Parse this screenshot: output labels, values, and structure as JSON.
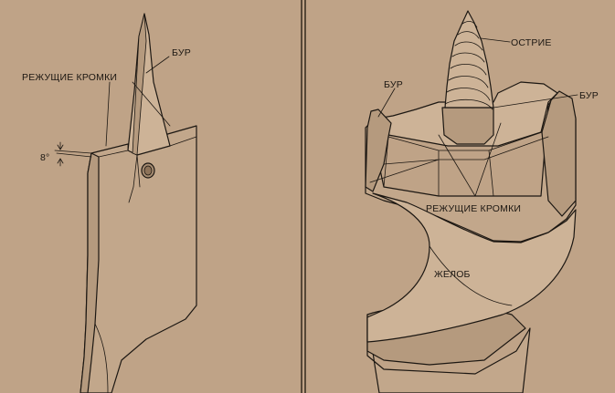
{
  "left_panel": {
    "labels": {
      "spur": "БУР",
      "cutting_edges": "РЕЖУЩИЕ КРОМКИ",
      "angle": "8°"
    }
  },
  "right_panel": {
    "labels": {
      "point": "ОСТРИЕ",
      "spur_left": "БУР",
      "spur_right": "БУР",
      "cutting_edges": "РЕЖУЩИЕ КРОМКИ",
      "flute": "ЖЕЛОБ"
    }
  },
  "colors": {
    "background": "#bfa387",
    "line": "#1c1712",
    "divider": "#2a2218"
  }
}
